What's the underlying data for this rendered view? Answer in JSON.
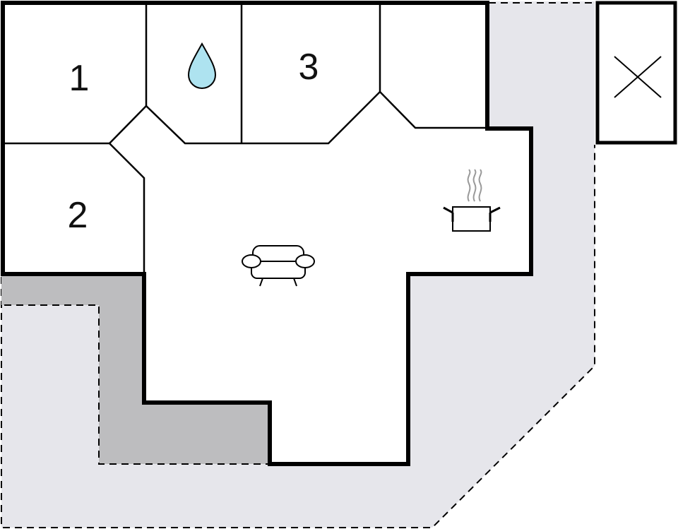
{
  "rooms": {
    "bedroom_1": {
      "label": "1"
    },
    "bedroom_2": {
      "label": "2"
    },
    "bedroom_3": {
      "label": "3"
    }
  },
  "icons": {
    "bathroom": "water-drop-icon",
    "living_room": "sofa-icon",
    "kitchen": "cooking-pot-icon",
    "outbuilding": "cross-icon"
  },
  "colors": {
    "wall": "#000000",
    "room_fill": "#ffffff",
    "terrace_fill": "#e6e6eb",
    "covered_terrace_fill": "#bdbdbf",
    "water_drop": "#aee3f0",
    "steam": "#999999"
  }
}
